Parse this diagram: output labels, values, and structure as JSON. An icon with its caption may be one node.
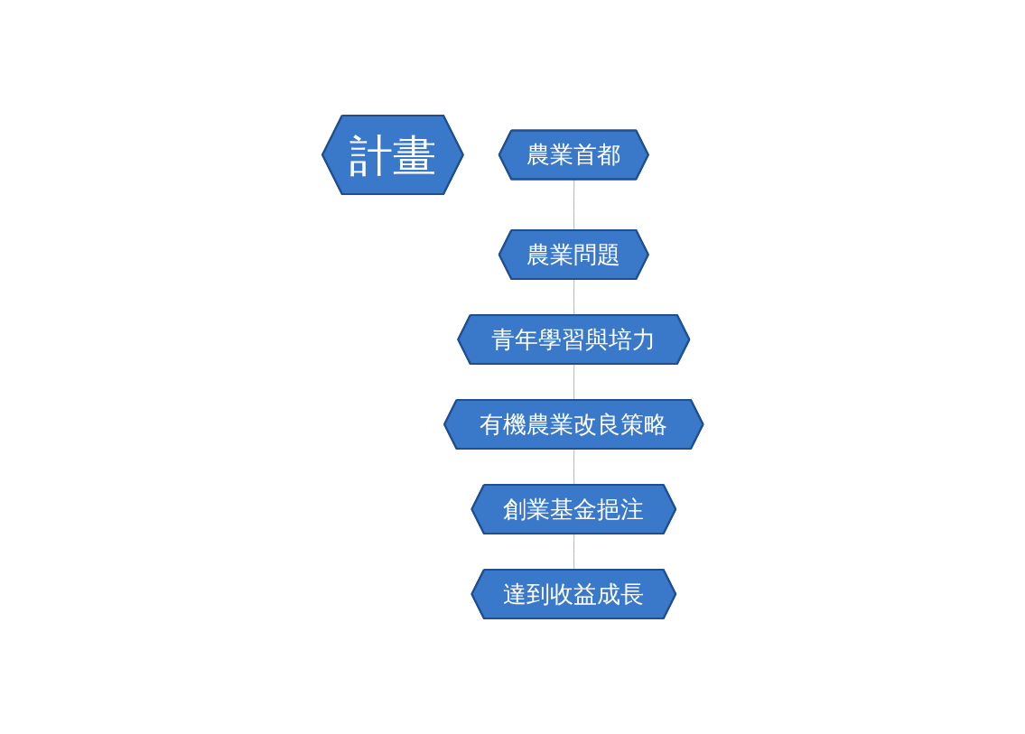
{
  "diagram": {
    "nodes": [
      {
        "text": [
          "計畫"
        ]
      },
      {
        "text": [
          "農業首都"
        ]
      },
      {
        "text": [
          "農業問題"
        ]
      },
      {
        "text": [
          "青年學習與培力"
        ]
      },
      {
        "text": [
          "有機農業改良策略"
        ]
      },
      {
        "text": [
          "創業基金挹注"
        ]
      },
      {
        "text": [
          "達到收益成長"
        ]
      }
    ],
    "edges": [
      {
        "from": 1,
        "to": 2,
        "arrow": "none"
      },
      {
        "from": 2,
        "to": 3,
        "arrow": "none"
      },
      {
        "from": 3,
        "to": 4,
        "arrow": "none"
      },
      {
        "from": 4,
        "to": 5,
        "arrow": "none"
      },
      {
        "from": 5,
        "to": 6,
        "arrow": "none"
      }
    ]
  }
}
